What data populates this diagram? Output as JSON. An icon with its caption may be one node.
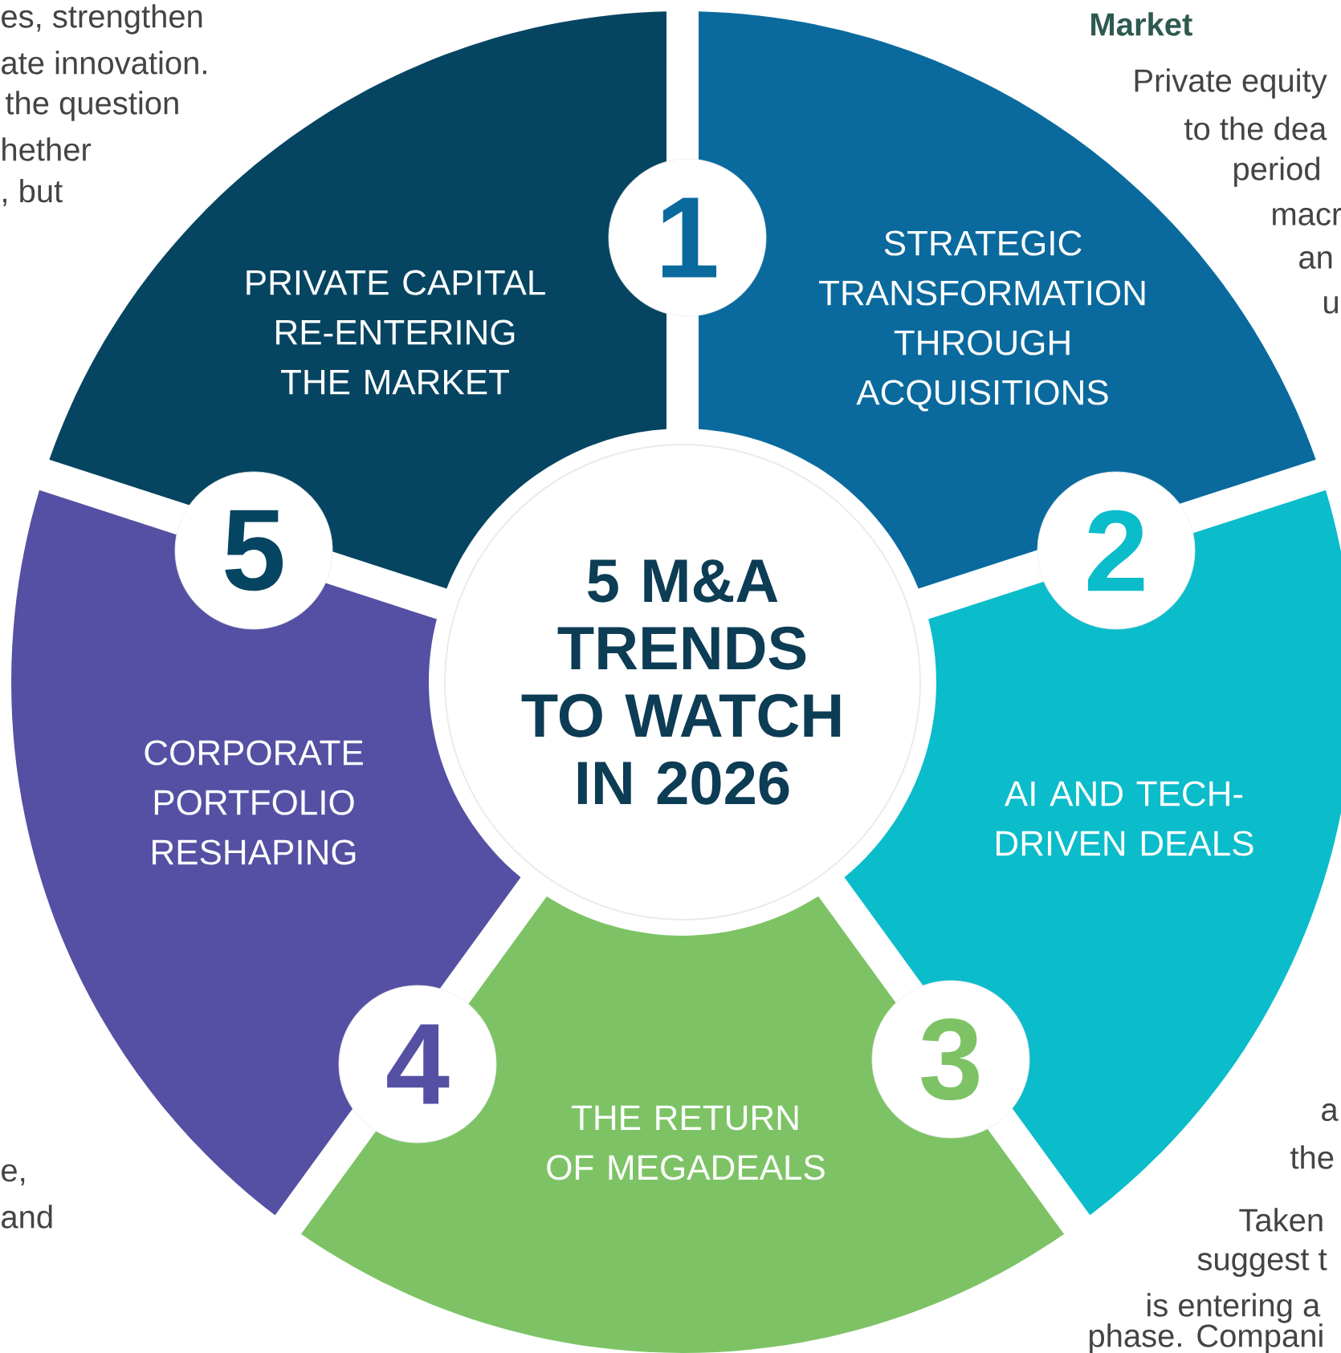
{
  "diagram": {
    "nodes": [
      {
        "text": [
          "5 M&A TRENDS TO WATCH IN 2026"
        ]
      },
      {
        "text": [
          "STRATEGIC TRANSFORMATION THROUGH ACQUISITIONS"
        ]
      },
      {
        "text": [
          "1"
        ]
      },
      {
        "text": [
          "AI AND TECH-DRIVEN DEALS"
        ]
      },
      {
        "text": [
          "2"
        ]
      },
      {
        "text": [
          "THE RETURN OF MEGADEALS"
        ]
      },
      {
        "text": [
          "3"
        ]
      },
      {
        "text": [
          "CORPORATE PORTFOLIO RESHAPING"
        ]
      },
      {
        "text": [
          "4"
        ]
      },
      {
        "text": [
          "PRIVATE CAPITAL RE-ENTERING THE MARKET"
        ]
      },
      {
        "text": [
          "5"
        ]
      }
    ],
    "labels": [
      "es, strengthen",
      "ate innovation.",
      "the question",
      "hether",
      ", but",
      "Market",
      "Private equity",
      "to the dea",
      "period",
      "macr",
      "an",
      "u",
      "e,",
      "and",
      "a",
      "the",
      "Taken",
      "suggest t",
      "is entering a",
      "phase. Compani"
    ]
  }
}
